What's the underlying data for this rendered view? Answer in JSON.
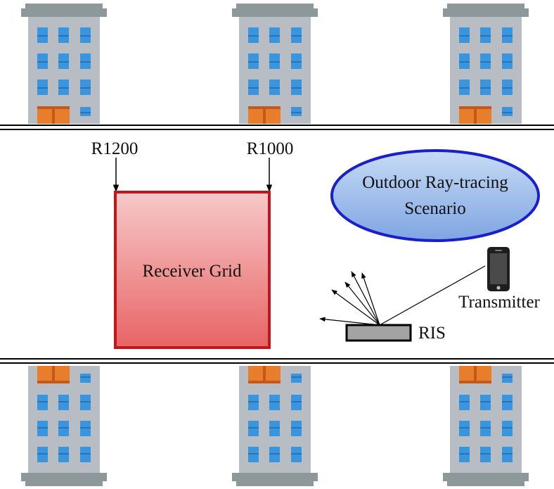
{
  "labels": {
    "r1200": "R1200",
    "r1000": "R1000",
    "receiver_grid": "Receiver Grid",
    "scenario_line1": "Outdoor Ray-tracing",
    "scenario_line2": "Scenario",
    "transmitter": "Transmitter",
    "ris": "RIS"
  },
  "icons": {
    "building": "building-icon",
    "phone": "smartphone-icon",
    "ris": "ris-panel-icon"
  },
  "colors": {
    "building_body": "#B8BCC3",
    "building_roof": "#8C9899",
    "window": "#3A95DF",
    "window_dark": "#2A73B6",
    "door": "#E87E2B",
    "door_dark": "#C45A1A",
    "receiver_fill_top": "#F7C9C9",
    "receiver_fill_bottom": "#E86464",
    "receiver_stroke": "#C2151D",
    "ellipse_fill_top": "#C7DBF5",
    "ellipse_fill_bottom": "#7FA5E2",
    "ellipse_stroke": "#1A1FCC",
    "ris_fill": "#A3A3A3"
  }
}
